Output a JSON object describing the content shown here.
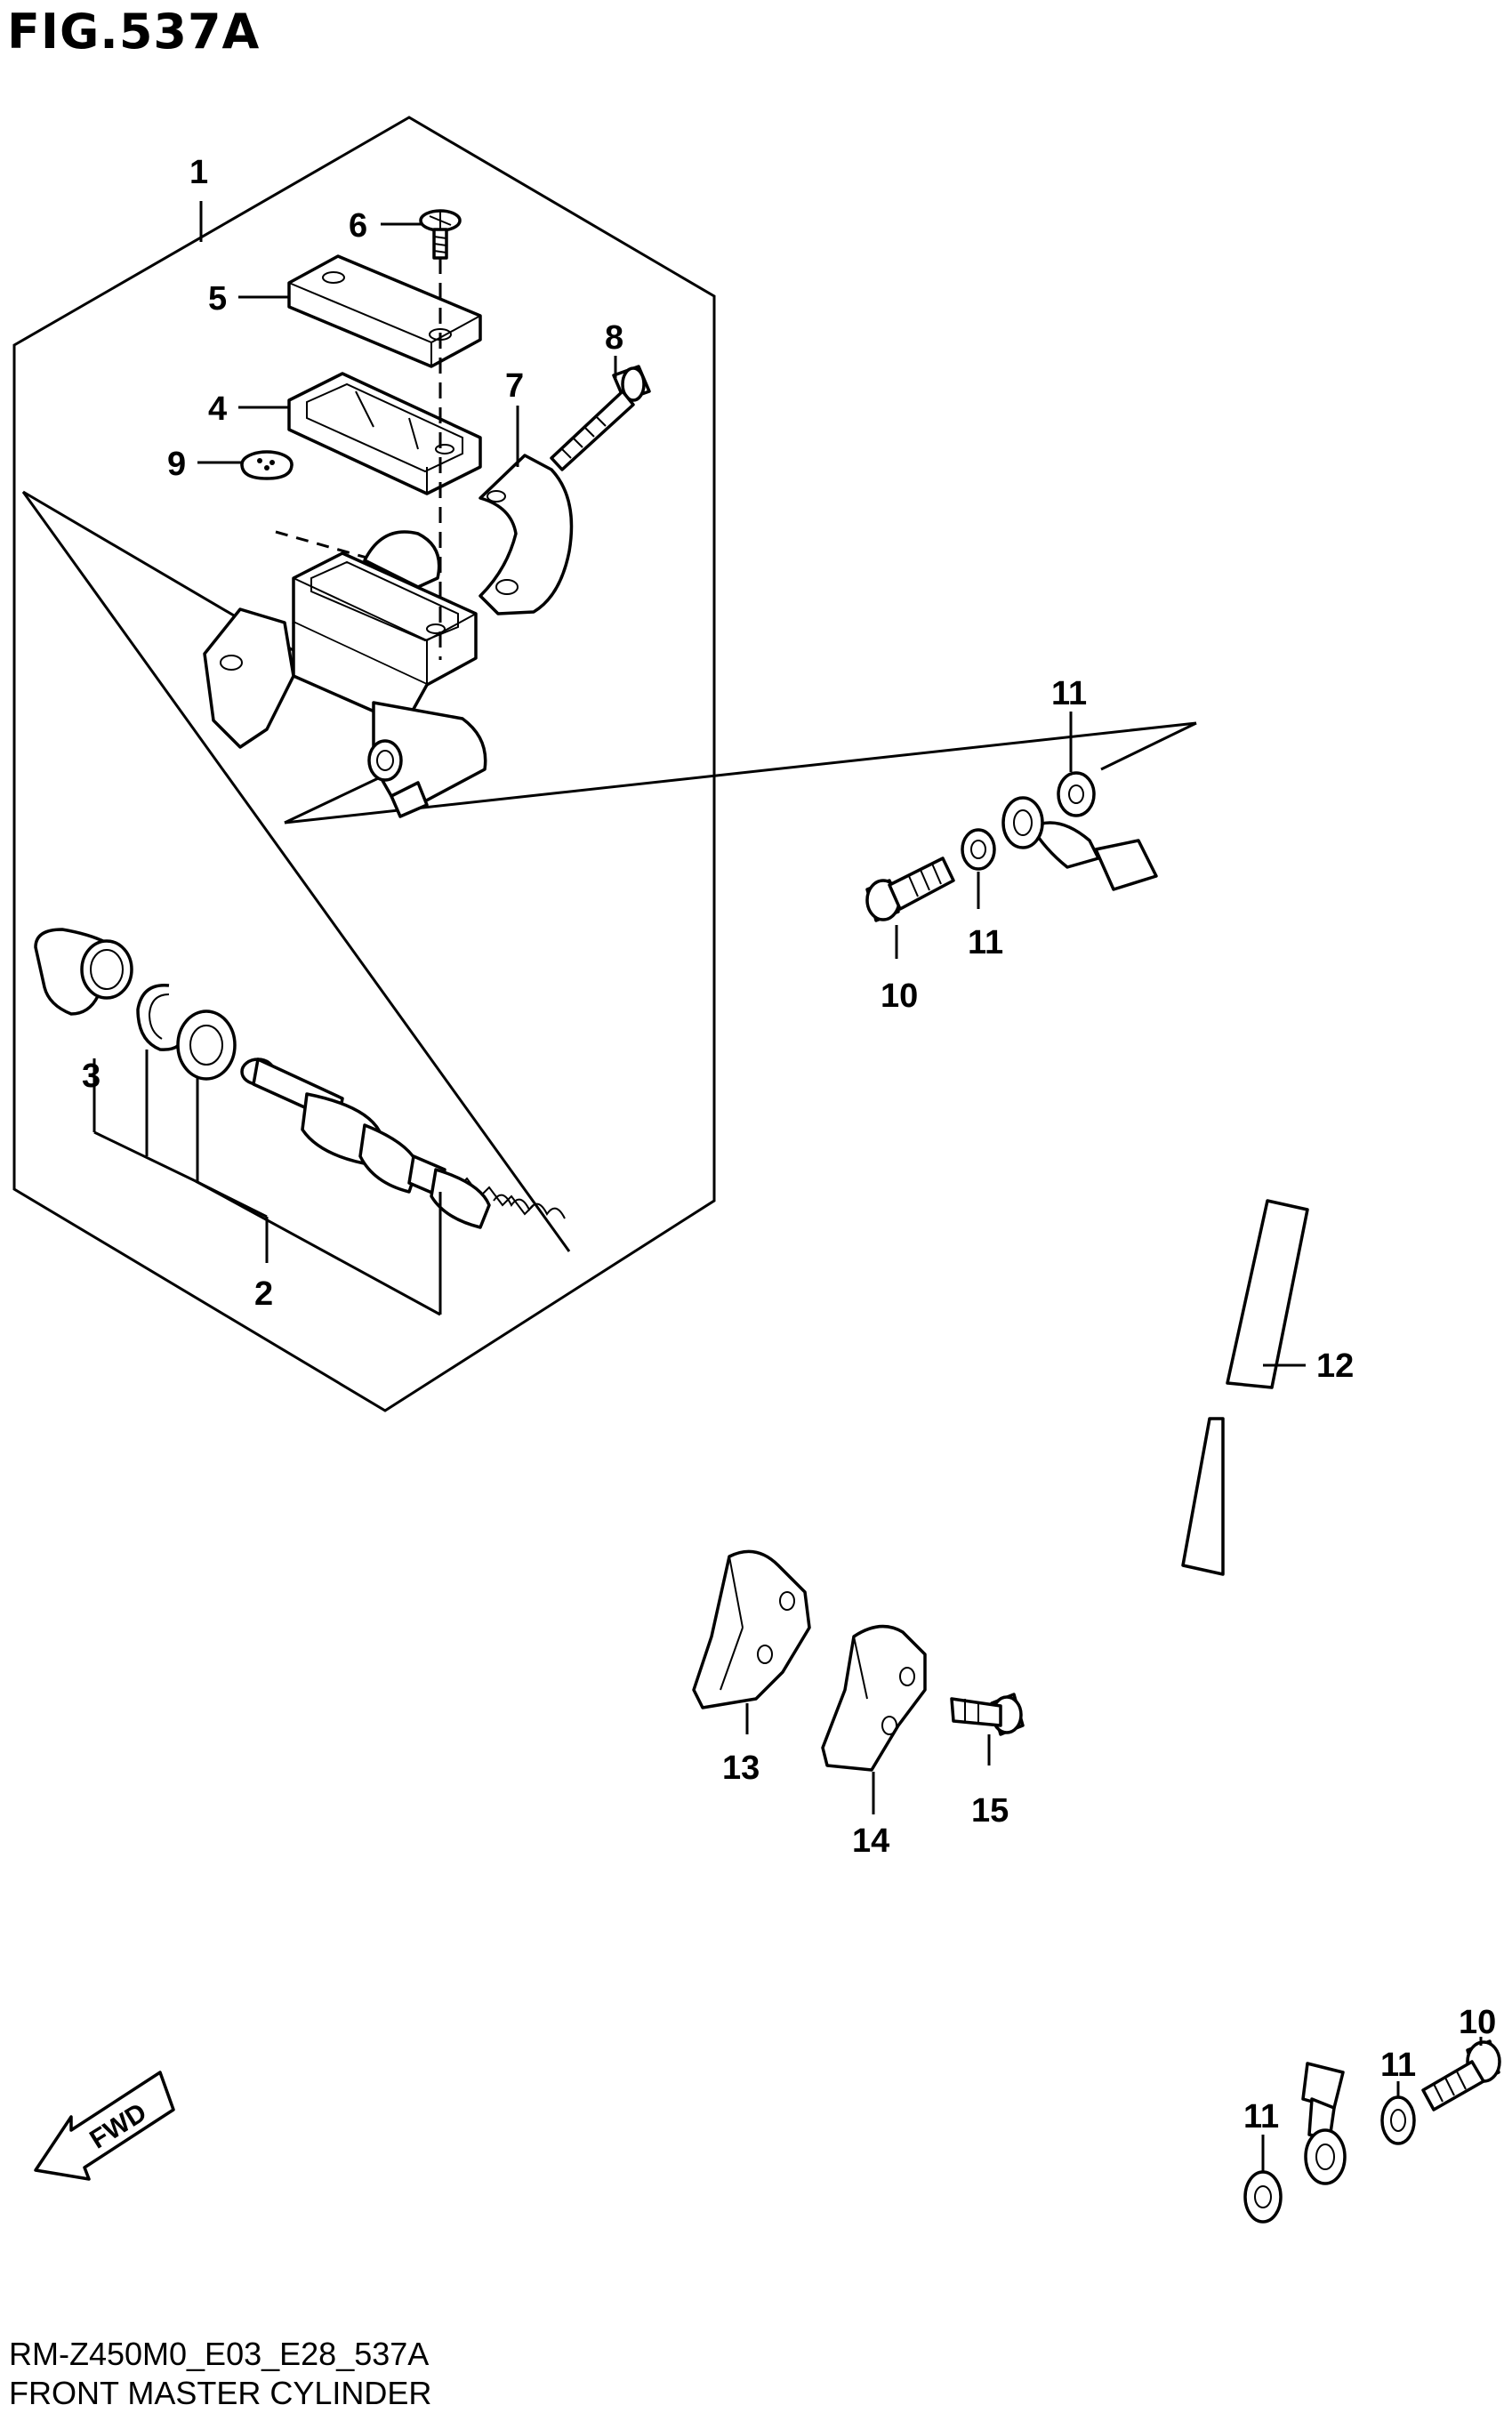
{
  "figure": {
    "title": "FIG.537A",
    "code": "RM-Z450M0_E03_E28_537A",
    "name": "FRONT MASTER CYLINDER"
  },
  "fwd_label": "FWD",
  "callouts": {
    "c1": "1",
    "c2": "2",
    "c3": "3",
    "c4": "4",
    "c5": "5",
    "c6": "6",
    "c7": "7",
    "c8": "8",
    "c9": "9",
    "c10a": "10",
    "c10b": "10",
    "c11a": "11",
    "c11b": "11",
    "c11c": "11",
    "c11d": "11",
    "c12": "12",
    "c13": "13",
    "c14": "14",
    "c15": "15"
  }
}
